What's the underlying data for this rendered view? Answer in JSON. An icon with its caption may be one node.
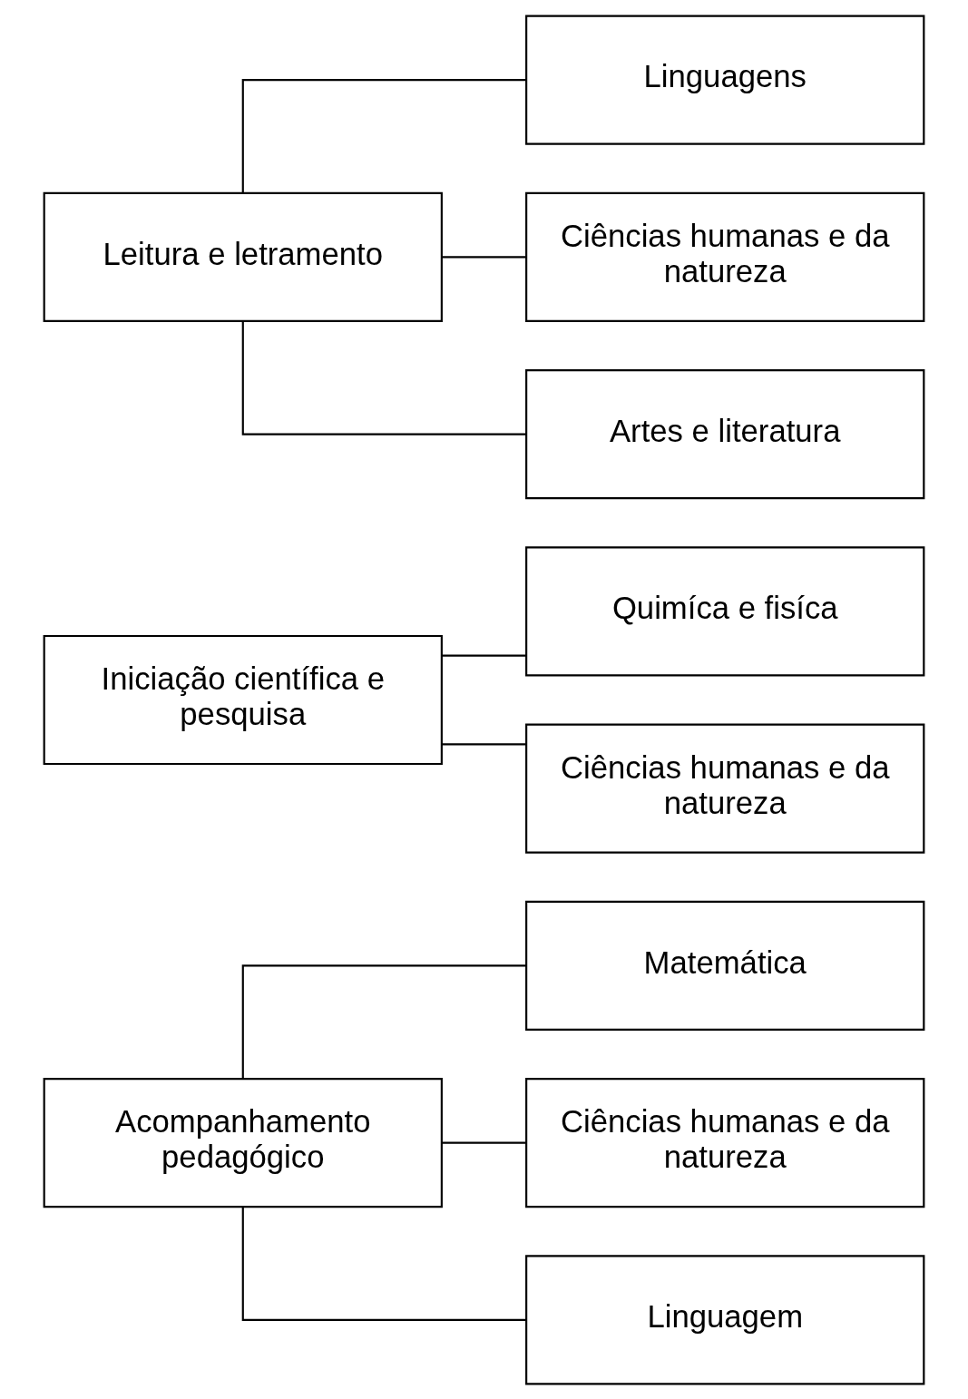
{
  "diagram": {
    "nodes": [
      {
        "text": [
          "Acompanhamento pedagógico"
        ]
      },
      {
        "text": [
          "Matemática"
        ]
      },
      {
        "text": [
          "Ciências humanas e da natureza"
        ]
      },
      {
        "text": [
          "Linguagem"
        ]
      },
      {
        "text": [
          "Iniciação científica e pesquisa"
        ]
      },
      {
        "text": [
          "Quimíca e fisíca"
        ]
      },
      {
        "text": [
          "Ciências humanas e da natureza"
        ]
      },
      {
        "text": [
          "Leitura e letramento"
        ]
      },
      {
        "text": [
          "Linguagens"
        ]
      },
      {
        "text": [
          "Ciências humanas e da natureza"
        ]
      },
      {
        "text": [
          "Artes e literatura"
        ]
      }
    ],
    "edges": [
      {
        "from": 0,
        "to": 1,
        "arrow": "none"
      },
      {
        "from": 0,
        "to": 2,
        "arrow": "none"
      },
      {
        "from": 0,
        "to": 3,
        "arrow": "none"
      },
      {
        "from": 4,
        "to": 5,
        "arrow": "none"
      },
      {
        "from": 4,
        "to": 6,
        "arrow": "none"
      },
      {
        "from": 7,
        "to": 8,
        "arrow": "none"
      },
      {
        "from": 7,
        "to": 9,
        "arrow": "none"
      },
      {
        "from": 7,
        "to": 10,
        "arrow": "none"
      }
    ]
  }
}
